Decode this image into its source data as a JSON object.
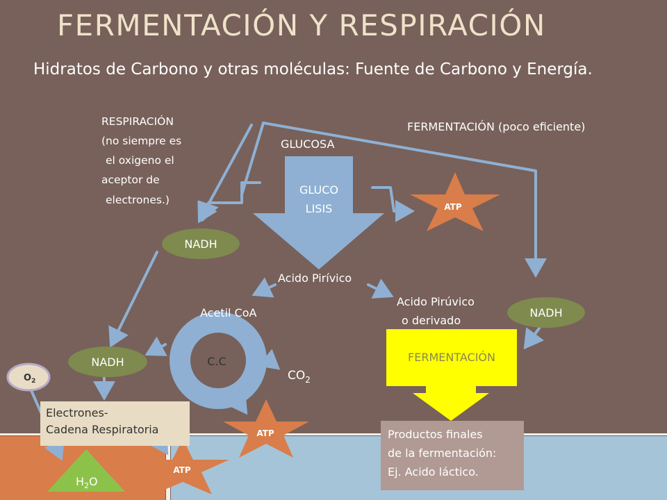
{
  "title": "FERMENTACIÓN Y RESPIRACIÓN",
  "subtitle": "Hidratos de Carbono y otras moléculas: Fuente de Carbono y Energía.",
  "respiracion": {
    "line1": "RESPIRACIÓN",
    "line2": "(no siempre es",
    "line3": "el oxigeno el",
    "line4": "aceptor de",
    "line5": "electrones.)"
  },
  "fermentacion_label": "FERMENTACIÓN (poco eficiente)",
  "glucosa": "GLUCOSA",
  "glucolisis": {
    "line1": "GLUCO",
    "line2": "LISIS"
  },
  "atp": "ATP",
  "nadh": "NADH",
  "acido_piruvico": "Acido Pirívico",
  "acetil_coa": "Acetil CoA",
  "acido_piruvico_derivado": {
    "line1": "Acido Pirúvico",
    "line2": "o derivado"
  },
  "cc": "C.C",
  "co2": {
    "base": "CO",
    "sub": "2"
  },
  "o2": {
    "base": "O",
    "sub": "2"
  },
  "h2o": {
    "h": "H",
    "sub": "2",
    "o": "O"
  },
  "fermentacion_box": "FERMENTACIÓN",
  "electrones": {
    "line1": "Electrones-",
    "line2": "Cadena Respiratoria"
  },
  "productos": {
    "line1": "Productos finales",
    "line2": "de la fermentación:",
    "line3": "Ej. Acido láctico."
  },
  "colors": {
    "background": "#77615a",
    "title": "#efe2c9",
    "arrow_blue": "#8fb0d3",
    "nadh_green": "#7f8a4e",
    "atp_orange": "#d97d4a",
    "fermentacion_yellow": "#ffff00",
    "h2o_green": "#8dc24a"
  }
}
